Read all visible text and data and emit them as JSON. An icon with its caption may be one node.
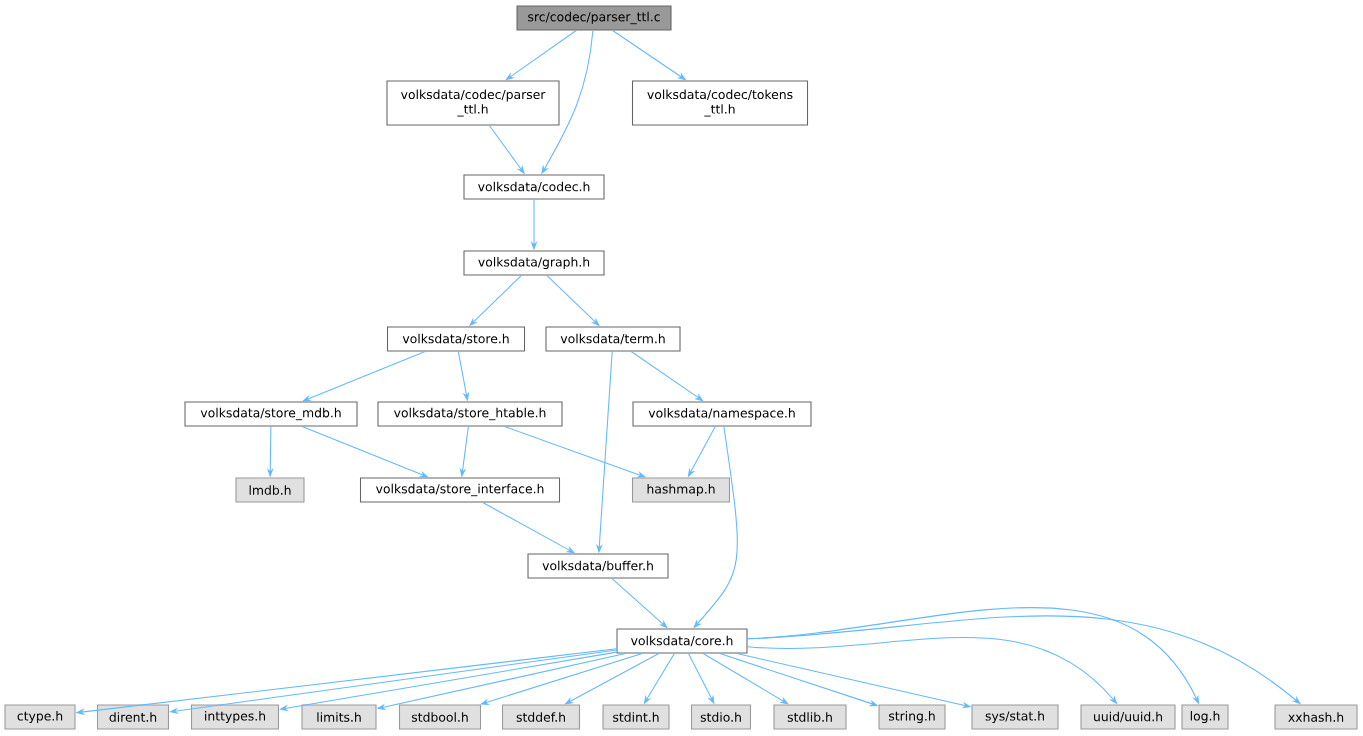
{
  "diagram": {
    "nodes": [
      {
        "text": [
          "src/codec/parser_ttl.c"
        ]
      },
      {
        "text": [
          "volksdata/codec/parser _ttl.h"
        ]
      },
      {
        "text": [
          "volksdata/codec/tokens _ttl.h"
        ]
      },
      {
        "text": [
          "volksdata/codec.h"
        ]
      },
      {
        "text": [
          "volksdata/graph.h"
        ]
      },
      {
        "text": [
          "volksdata/store.h"
        ]
      },
      {
        "text": [
          "volksdata/term.h"
        ]
      },
      {
        "text": [
          "volksdata/store_mdb.h"
        ]
      },
      {
        "text": [
          "volksdata/store_htable.h"
        ]
      },
      {
        "text": [
          "volksdata/namespace.h"
        ]
      },
      {
        "text": [
          "lmdb.h"
        ]
      },
      {
        "text": [
          "volksdata/store_interface.h"
        ]
      },
      {
        "text": [
          "hashmap.h"
        ]
      },
      {
        "text": [
          "volksdata/buffer.h"
        ]
      },
      {
        "text": [
          "volksdata/core.h"
        ]
      },
      {
        "text": [
          "ctype.h"
        ]
      },
      {
        "text": [
          "dirent.h"
        ]
      },
      {
        "text": [
          "inttypes.h"
        ]
      },
      {
        "text": [
          "limits.h"
        ]
      },
      {
        "text": [
          "stdbool.h"
        ]
      },
      {
        "text": [
          "stddef.h"
        ]
      },
      {
        "text": [
          "stdint.h"
        ]
      },
      {
        "text": [
          "stdio.h"
        ]
      },
      {
        "text": [
          "stdlib.h"
        ]
      },
      {
        "text": [
          "string.h"
        ]
      },
      {
        "text": [
          "sys/stat.h"
        ]
      },
      {
        "text": [
          "uuid/uuid.h"
        ]
      },
      {
        "text": [
          "log.h"
        ]
      },
      {
        "text": [
          "xxhash.h"
        ]
      }
    ],
    "edges": [
      {
        "from": 0,
        "to": 1,
        "arrow": "to"
      },
      {
        "from": 0,
        "to": 3,
        "arrow": "to"
      },
      {
        "from": 0,
        "to": 2,
        "arrow": "to"
      },
      {
        "from": 1,
        "to": 3,
        "arrow": "to"
      },
      {
        "from": 3,
        "to": 4,
        "arrow": "to"
      },
      {
        "from": 4,
        "to": 5,
        "arrow": "to"
      },
      {
        "from": 4,
        "to": 6,
        "arrow": "to"
      },
      {
        "from": 5,
        "to": 7,
        "arrow": "to"
      },
      {
        "from": 5,
        "to": 8,
        "arrow": "to"
      },
      {
        "from": 6,
        "to": 13,
        "arrow": "to"
      },
      {
        "from": 6,
        "to": 9,
        "arrow": "to"
      },
      {
        "from": 7,
        "to": 10,
        "arrow": "to"
      },
      {
        "from": 7,
        "to": 11,
        "arrow": "to"
      },
      {
        "from": 8,
        "to": 11,
        "arrow": "to"
      },
      {
        "from": 8,
        "to": 12,
        "arrow": "to"
      },
      {
        "from": 9,
        "to": 12,
        "arrow": "to"
      },
      {
        "from": 9,
        "to": 14,
        "arrow": "to"
      },
      {
        "from": 11,
        "to": 13,
        "arrow": "to"
      },
      {
        "from": 13,
        "to": 14,
        "arrow": "to"
      },
      {
        "from": 14,
        "to": 15,
        "arrow": "to"
      },
      {
        "from": 14,
        "to": 16,
        "arrow": "to"
      },
      {
        "from": 14,
        "to": 17,
        "arrow": "to"
      },
      {
        "from": 14,
        "to": 18,
        "arrow": "to"
      },
      {
        "from": 14,
        "to": 19,
        "arrow": "to"
      },
      {
        "from": 14,
        "to": 20,
        "arrow": "to"
      },
      {
        "from": 14,
        "to": 21,
        "arrow": "to"
      },
      {
        "from": 14,
        "to": 22,
        "arrow": "to"
      },
      {
        "from": 14,
        "to": 23,
        "arrow": "to"
      },
      {
        "from": 14,
        "to": 24,
        "arrow": "to"
      },
      {
        "from": 14,
        "to": 25,
        "arrow": "to"
      },
      {
        "from": 14,
        "to": 26,
        "arrow": "to"
      },
      {
        "from": 14,
        "to": 27,
        "arrow": "to"
      },
      {
        "from": 14,
        "to": 28,
        "arrow": "to"
      }
    ]
  }
}
